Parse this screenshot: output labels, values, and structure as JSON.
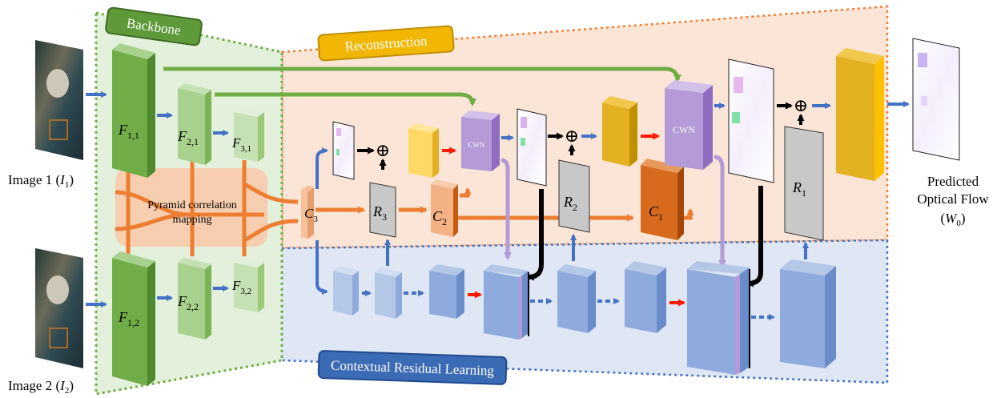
{
  "regions": {
    "backbone": "Backbone",
    "reconstruction": "Reconstruction",
    "contextual": "Contextual Residual Learning"
  },
  "inputs": {
    "image1": {
      "prefix": "Image 1 (",
      "var": "I",
      "sub": "1",
      "suffix": ")"
    },
    "image2": {
      "prefix": "Image 2 (",
      "var": "I",
      "sub": "2",
      "suffix": ")"
    }
  },
  "features": {
    "f11": {
      "var": "F",
      "sub": "1,1"
    },
    "f21": {
      "var": "F",
      "sub": "2,1"
    },
    "f31": {
      "var": "F",
      "sub": "3,1"
    },
    "f12": {
      "var": "F",
      "sub": "1,2"
    },
    "f22": {
      "var": "F",
      "sub": "2,2"
    },
    "f32": {
      "var": "F",
      "sub": "3,2"
    }
  },
  "correlation": {
    "line1": "Pyramid correlation",
    "line2": "mapping"
  },
  "costs": {
    "c3": {
      "var": "C",
      "sub": "3"
    },
    "c2": {
      "var": "C",
      "sub": "2"
    },
    "c1": {
      "var": "C",
      "sub": "1"
    }
  },
  "residuals": {
    "r3": {
      "var": "R",
      "sub": "3"
    },
    "r2": {
      "var": "R",
      "sub": "2"
    },
    "r1": {
      "var": "R",
      "sub": "1"
    }
  },
  "cwn": {
    "small": "CWN",
    "large": "CWN"
  },
  "plus_symbol": "⊕",
  "output": {
    "line1": "Predicted",
    "line2": "Optical Flow",
    "var": "W",
    "sub": "0"
  },
  "colors": {
    "backbone_green": "#70AD47",
    "reconstruction_orange": "#FAE1CF",
    "contextual_blue": "#DCE6F2",
    "cwn_purple": "#B49AD6",
    "gold": "#E3B122",
    "cost_orange": "#D86A1E",
    "flow_arrow_blue": "#4472C4",
    "warp_red": "#FF1A00"
  }
}
